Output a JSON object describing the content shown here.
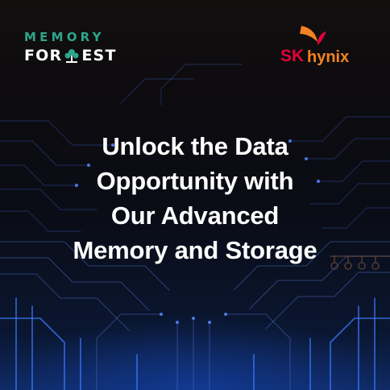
{
  "brand": {
    "memory_forest": {
      "top_text": "MEMORY",
      "bottom_left": "FOR",
      "bottom_right": "EST"
    },
    "sk_hynix": {
      "sk": "SK",
      "hynix": "hynix"
    }
  },
  "headline": {
    "lines": [
      "Unlock the Data",
      "Opportunity with",
      "Our Advanced",
      "Memory and Storage"
    ]
  },
  "colors": {
    "forest_green": "#2fa58a",
    "sk_red": "#e4003a",
    "hynix_orange": "#f58220",
    "text_white": "#ffffff",
    "circuit_blue": "#3b7bff"
  },
  "icons": {
    "memory_forest_tree": "tree-icon",
    "sk_wings": "sk-wings-icon",
    "background": "circuit-board"
  }
}
